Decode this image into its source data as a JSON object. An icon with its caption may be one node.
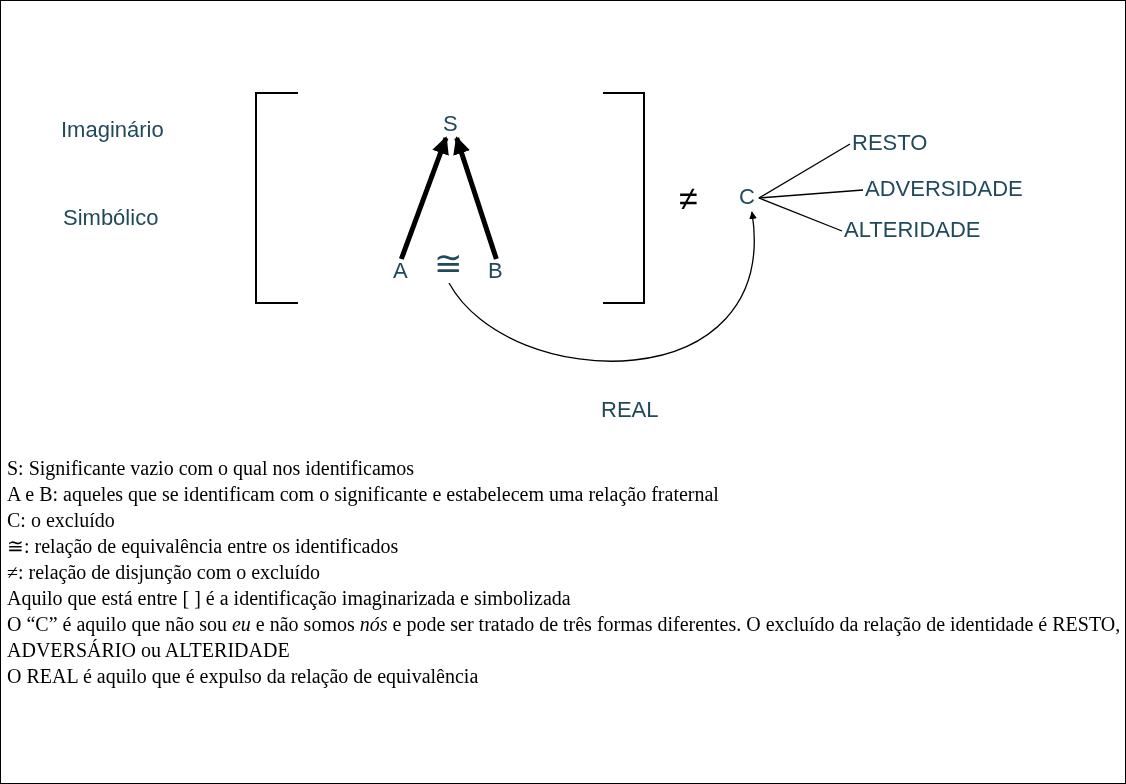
{
  "diagram": {
    "nodes": [
      {
        "text": [
          "S"
        ]
      },
      {
        "text": [
          "A"
        ]
      },
      {
        "text": [
          "≅"
        ]
      },
      {
        "text": [
          "B"
        ]
      },
      {
        "text": [
          "C"
        ]
      },
      {
        "text": [
          "RESTO"
        ]
      },
      {
        "text": [
          "ADVERSIDADE"
        ]
      },
      {
        "text": [
          "ALTERIDADE"
        ]
      }
    ],
    "edges": [
      {
        "from": 1,
        "to": 0,
        "arrow": "to",
        "style": "thick"
      },
      {
        "from": 3,
        "to": 0,
        "arrow": "to",
        "style": "thick"
      },
      {
        "from": 4,
        "to": 5,
        "arrow": "none"
      },
      {
        "from": 4,
        "to": 6,
        "arrow": "none"
      },
      {
        "from": 4,
        "to": 7,
        "arrow": "none"
      },
      {
        "from": 2,
        "to": 4,
        "arrow": "to",
        "label": "REAL"
      }
    ],
    "labels": [
      "Imaginário",
      "Simbólico",
      "≠",
      "S: Significante vazio com o qual nos identificamos",
      "A e B: aqueles que se identificam com o significante e estabelecem uma relação fraternal",
      "C: o excluído",
      "≅: relação de equivalência entre os identificados",
      "≠: relação de disjunção com o excluído",
      "Aquilo que está entre [ ] é a identificação imaginarizada e simbolizada",
      "O “C” é aquilo que não sou *eu* e não somos *nós* e pode ser tratado de três formas diferentes. O excluído da relação de identidade é RESTO, ADVERSÁRIO ou ALTERIDADE",
      "O REAL é aquilo que é expulso da relação de equivalência"
    ]
  }
}
